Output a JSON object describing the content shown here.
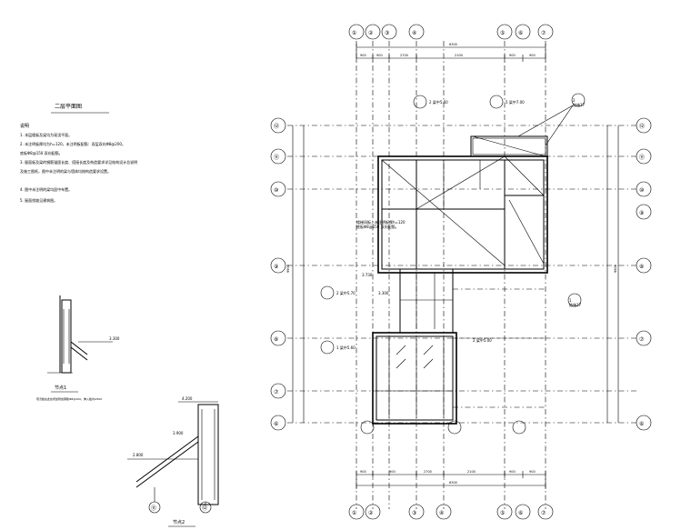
{
  "title": "二层平面图",
  "notes": {
    "heading": "说明",
    "items": [
      "1. 本层楼板及梁均为现浇平面。",
      "2. 未注明板厚均为h=120，未注明板配筋：双层双向Φ8@200。",
      "   底板Φ8@150 双向配筋。",
      "3. 屋面板及梁的钢筋锚固长度、搭接长度及构造要求详见结构设计总说明",
      "   及施工图纸，图中未注明的梁与墙体均按构造要求设置。",
      "4. 图中未注明的梁均居中布置。",
      "5. 屋面找坡见建筑图。"
    ]
  },
  "axes": {
    "top_labels": [
      "①",
      "②",
      "③",
      "④",
      "⑤",
      "⑥",
      "⑦"
    ],
    "bottom_labels": [
      "①",
      "②",
      "③",
      "④",
      "⑤",
      "⑥",
      "⑦"
    ],
    "left_labels": [
      "⑫",
      "⑪",
      "⑩",
      "⑨",
      "⑧",
      "⑦",
      "⑥"
    ],
    "right_labels": [
      "⑫",
      "⑪",
      "⑩",
      "⑨",
      "⑧",
      "⑦",
      "⑥"
    ]
  },
  "dimensions": {
    "top_segments": [
      "900",
      "900",
      "2700",
      "2100",
      "900",
      "900"
    ],
    "top_total": "6300",
    "bottom_segments": [
      "900",
      "900",
      "2700",
      "2100",
      "900",
      "900"
    ],
    "bottom_total": "6300",
    "right_total": "9900",
    "left_total": "9900"
  },
  "plan_labels": {
    "beam_a": "2  梁中5.60",
    "beam_b": "5  梁中7.00",
    "beam_c": "2  梁中5.70",
    "beam_d": "1  梁中5.60",
    "beam_e": "2  梁中5.00",
    "stair_note": "楼梯间板上未注明板厚h=120\n底板Φ8@150 双向配筋。",
    "elev_1": "3.730",
    "elev_2": "3.300",
    "ref_1": "2\n结施17",
    "ref_2": "1\n结施17"
  },
  "details": {
    "detail1_label": "节点1",
    "detail1_note": "现浇板在此处增加附加钢筋Φ8@200，伸入板内≥500",
    "detail1_elev": "3.300",
    "detail2_label": "节点2",
    "detail2_elev_top": "4.200",
    "detail2_elev_mid": "3.900",
    "detail2_elev_low": "2.800",
    "detail2_axis_a": "⑪",
    "detail2_axis_b": "⑫"
  }
}
